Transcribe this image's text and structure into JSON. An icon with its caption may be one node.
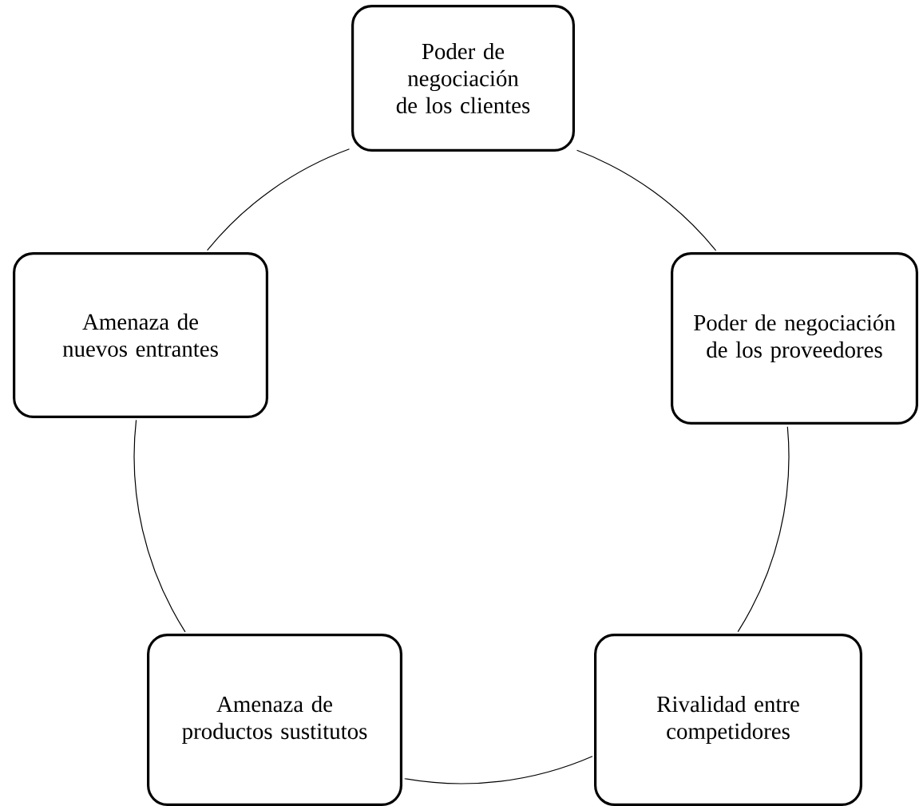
{
  "diagram": {
    "nodes": [
      {
        "text": [
          "Poder de negociación de los clientes"
        ]
      },
      {
        "text": [
          "Poder de negociación de los proveedores"
        ]
      },
      {
        "text": [
          "Rivalidad entre competidores"
        ]
      },
      {
        "text": [
          "Amenaza de productos sustitutos"
        ]
      },
      {
        "text": [
          "Amenaza de nuevos entrantes"
        ]
      }
    ],
    "edges": [
      {
        "from": 0,
        "to": 1,
        "arrow": "none"
      },
      {
        "from": 1,
        "to": 2,
        "arrow": "none"
      },
      {
        "from": 2,
        "to": 3,
        "arrow": "none"
      },
      {
        "from": 3,
        "to": 4,
        "arrow": "none"
      },
      {
        "from": 4,
        "to": 0,
        "arrow": "none"
      }
    ]
  }
}
